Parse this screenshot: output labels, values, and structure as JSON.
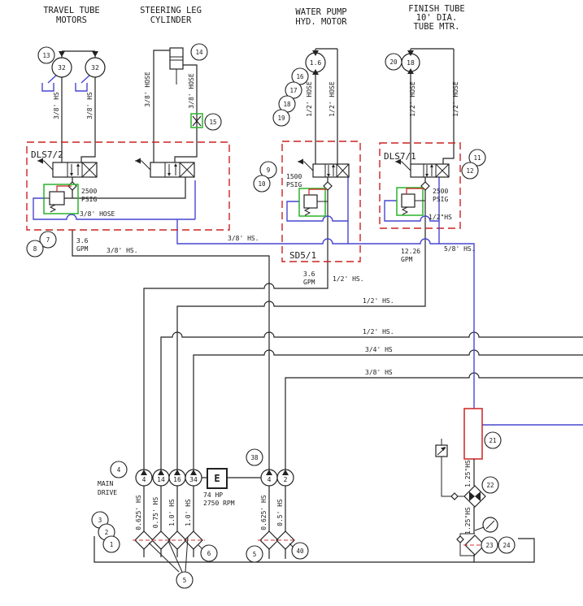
{
  "colors": {
    "line": "#222222",
    "red": "#cc2222",
    "green": "#2ab32a",
    "blue": "#4747cf"
  },
  "headers": {
    "travel1": "TRAVEL TUBE",
    "travel2": "MOTORS",
    "steering1": "STEERING LEG",
    "steering2": "CYLINDER",
    "water1": "WATER PUMP",
    "water2": "HYD. MOTOR",
    "finish1": "FINISH TUBE",
    "finish2": "10' DIA.",
    "finish3": "TUBE MTR."
  },
  "valve_boxes": {
    "dls72": "DLS7/2",
    "sd51": "SD5/1",
    "dls71": "DLS7/1"
  },
  "pressures": {
    "p2500": "2500",
    "p1500": "1500",
    "psig": "PSIG"
  },
  "flows": {
    "g36": "3.6",
    "g1226": "12.26",
    "gpm": "GPM"
  },
  "hoses": {
    "hs38": "3/8' HS",
    "hs38d": "3/8' HS.",
    "hose38": "3/8' HOSE",
    "hose12": "1/2' HOSE",
    "hs12d": "1/2' HS.",
    "hs34": "3/4' HS",
    "hs58d": "5/8' HS.",
    "hs12q": "1/2\"HS",
    "hs125q": "1.25\"HS",
    "hs0625": "0.625' HS",
    "hs075": "0.75' HS",
    "hs10": "1.0' HS",
    "hs05": "0.5' HS"
  },
  "engine": {
    "e": "E",
    "hp": "74 HP",
    "rpm": "2750 RPM"
  },
  "drive": {
    "l1": "MAIN",
    "l2": "DRIVE"
  },
  "nums": {
    "n1": "1",
    "n2": "2",
    "n3": "3",
    "n4": "4",
    "n5": "5",
    "n6": "6",
    "n7": "7",
    "n8": "8",
    "n9": "9",
    "n10": "10",
    "n11": "11",
    "n12": "12",
    "n13": "13",
    "n14": "14",
    "n15": "15",
    "n16": "16",
    "n17": "17",
    "n18": "18",
    "n19": "19",
    "n20": "20",
    "n21": "21",
    "n22": "22",
    "n23": "23",
    "n24": "24",
    "n32": "32",
    "n34": "34",
    "n38": "38",
    "n40": "40",
    "m16": "1.6"
  }
}
